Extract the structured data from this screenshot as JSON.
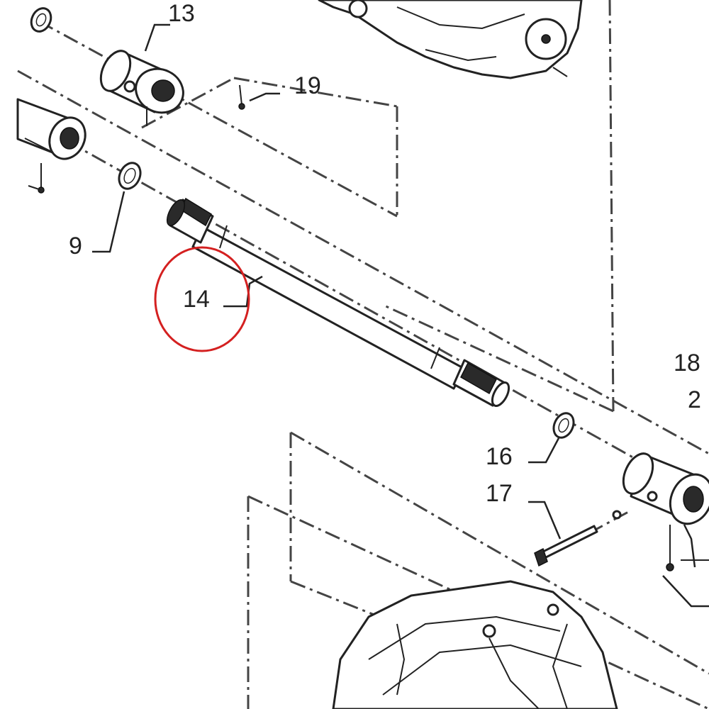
{
  "callouts": {
    "c13": "13",
    "c19": "19",
    "c9": "9",
    "c14": "14",
    "c18": "18",
    "c2": "2",
    "c16": "16",
    "c17": "17"
  },
  "highlight": {
    "target": "14",
    "color": "#d42020"
  },
  "colors": {
    "line": "#222222",
    "background": "#ffffff"
  }
}
